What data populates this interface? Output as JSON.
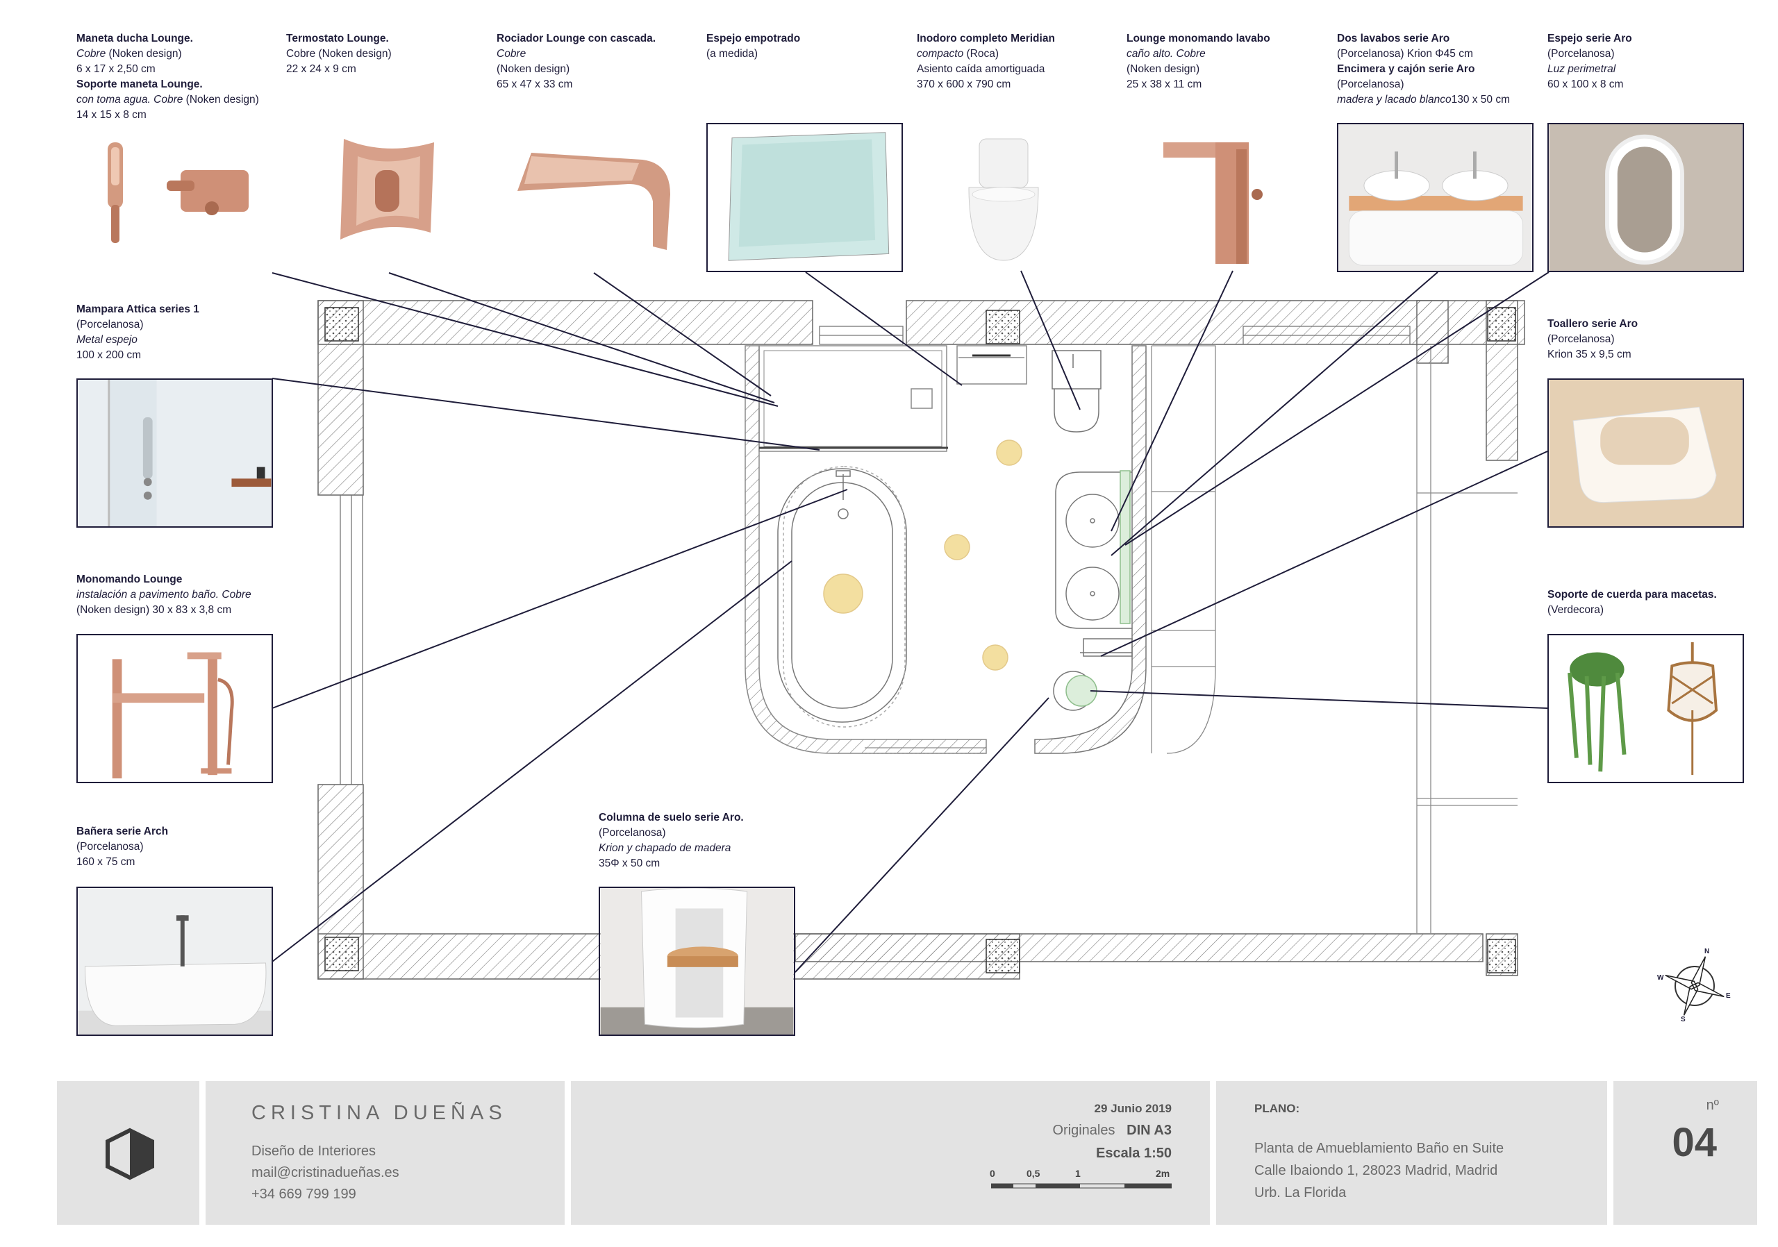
{
  "products": [
    {
      "id": "maneta",
      "lines": [
        {
          "t": "Maneta ducha  Lounge.",
          "b": true
        },
        {
          "t": "Cobre",
          "i": true,
          "r": " (Noken design)"
        },
        {
          "t": "6 x 17 x 2,50 cm"
        },
        {
          "t": "Soporte maneta Lounge.",
          "b": true
        },
        {
          "t": "con toma agua. Cobre",
          "i": true,
          "r": " (Noken design)"
        },
        {
          "t": "14 x 15 x 8 cm"
        }
      ]
    },
    {
      "id": "termostato",
      "lines": [
        {
          "t": "Termostato Lounge.",
          "b": true
        },
        {
          "t": "Cobre (Noken design)"
        },
        {
          "t": "22 x 24 x 9 cm"
        }
      ]
    },
    {
      "id": "rociador",
      "lines": [
        {
          "t": "Rociador Lounge con cascada.",
          "b": true
        },
        {
          "t": "Cobre",
          "i": true
        },
        {
          "t": "(Noken design)"
        },
        {
          "t": "65 x 47 x 33 cm"
        }
      ]
    },
    {
      "id": "espejo-empotrado",
      "lines": [
        {
          "t": "Espejo empotrado",
          "b": true
        },
        {
          "t": "(a medida)"
        }
      ]
    },
    {
      "id": "inodoro",
      "lines": [
        {
          "t": "Inodoro completo Meridian",
          "b": true
        },
        {
          "t": "compacto",
          "i": true,
          "r": " (Roca)"
        },
        {
          "t": "Asiento caída amortiguada"
        },
        {
          "t": "370 x 600 x 790 cm"
        }
      ]
    },
    {
      "id": "monomando-lavabo",
      "lines": [
        {
          "t": "Lounge monomando lavabo",
          "b": true
        },
        {
          "t": "caño alto. Cobre",
          "i": true
        },
        {
          "t": "(Noken design)"
        },
        {
          "t": "25 x 38 x 11 cm"
        }
      ]
    },
    {
      "id": "lavabos",
      "lines": [
        {
          "t": "Dos lavabos serie Aro",
          "b": true
        },
        {
          "t": "(Porcelanosa) Krion Φ45 cm"
        },
        {
          "t": "Encimera y cajón serie Aro",
          "b": true
        },
        {
          "t": "(Porcelanosa)"
        },
        {
          "t": "madera y lacado blanco",
          "i": true,
          "r": "130 x 50 cm"
        }
      ]
    },
    {
      "id": "espejo-aro",
      "lines": [
        {
          "t": "Espejo serie Aro",
          "b": true
        },
        {
          "t": "(Porcelanosa)"
        },
        {
          "t": "Luz perimetral",
          "i": true
        },
        {
          "t": "60 x 100 x 8 cm"
        }
      ]
    },
    {
      "id": "mampara",
      "lines": [
        {
          "t": "Mampara Attica series 1",
          "b": true
        },
        {
          "t": "(Porcelanosa)"
        },
        {
          "t": "Metal espejo",
          "i": true
        },
        {
          "t": " 100 x 200 cm"
        }
      ]
    },
    {
      "id": "toallero",
      "lines": [
        {
          "t": "Toallero serie Aro",
          "b": true
        },
        {
          "t": "(Porcelanosa)"
        },
        {
          "t": "Krion 35 x 9,5 cm"
        }
      ]
    },
    {
      "id": "monomando-lounge",
      "lines": [
        {
          "t": "Monomando Lounge",
          "b": true
        },
        {
          "t": "instalación a pavimento baño. Cobre",
          "i": true
        },
        {
          "t": "(Noken design) 30 x 83 x 3,8 cm"
        }
      ]
    },
    {
      "id": "soporte-cuerda",
      "lines": [
        {
          "t": "Soporte de cuerda para macetas.",
          "b": true
        },
        {
          "t": "(Verdecora)"
        }
      ]
    },
    {
      "id": "banera",
      "lines": [
        {
          "t": "Bañera serie Arch",
          "b": true
        },
        {
          "t": "(Porcelanosa)"
        },
        {
          "t": "160 x 75 cm"
        }
      ]
    },
    {
      "id": "columna",
      "lines": [
        {
          "t": "Columna de suelo serie Aro.",
          "b": true
        },
        {
          "t": "(Porcelanosa)"
        },
        {
          "t": "Krion y chapado de madera",
          "i": true
        },
        {
          "t": "35Φ x 50 cm"
        }
      ]
    }
  ],
  "compass": {
    "n": "N",
    "s": "S",
    "e": "E",
    "w": "W"
  },
  "footer": {
    "brand": "CRISTINA DUEÑAS",
    "role": "Diseño de Interiores",
    "email": "mail@cristinadueñas.es",
    "phone": "+34 669 799 199",
    "date": "29 Junio 2019",
    "originales_label": "Originales",
    "originales_value": "DIN A3",
    "escala": "Escala 1:50",
    "scale_ticks": [
      "0",
      "0,5",
      "1",
      "2m"
    ],
    "plano_label": "PLANO:",
    "plano_title": "Planta de Amueblamiento Baño en Suite",
    "address": "Calle Ibaiondo 1, 28023 Madrid, Madrid",
    "area": "Urb. La Florida",
    "num_label": "nº",
    "num": "04"
  },
  "colors": {
    "ink": "#1f1d3a",
    "copper": "#c98a70",
    "panel": "#e3e3e3",
    "light": "#f3dfa0"
  }
}
